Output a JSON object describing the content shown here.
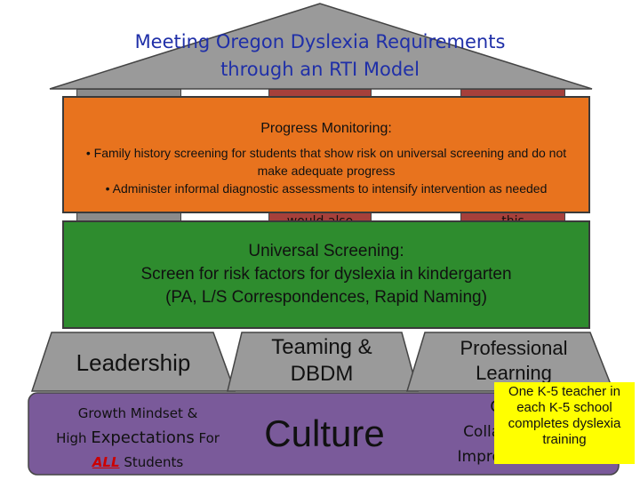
{
  "header": {
    "title_line1": "Meeting Oregon Dyslexia Requirements",
    "title_line2": "through an RTI Model"
  },
  "pillars": {
    "peek_middle": "would also",
    "peek_right": "this"
  },
  "progress_monitoring": {
    "heading": "Progress Monitoring:",
    "line1": "• Family history screening for students that show risk on universal screening and do not make adequate progress",
    "line2": "• Administer informal diagnostic assessments to intensify intervention as needed"
  },
  "universal_screening": {
    "line1": "Universal Screening:",
    "line2": "Screen for risk factors for dyslexia in kindergarten",
    "line3": "(PA, L/S Correspondences, Rapid Naming)"
  },
  "foundations": {
    "leadership": "Leadership",
    "teaming": "Teaming & DBDM",
    "professional_learning": "Professional Learning"
  },
  "base": {
    "left_line1": "Growth Mindset &",
    "left_line2a": "High ",
    "left_line2b": "Expectations",
    "left_line2c": " For",
    "left_line3a": "ALL",
    "left_line3b": " Students",
    "center": "Culture",
    "right_line1": "Cu",
    "right_line2": "Collab",
    "right_line3": "Improv"
  },
  "note": {
    "text": "One K-5 teacher in each K-5 school completes dyslexia training"
  },
  "colors": {
    "title": "#1f2fa8",
    "roof": "#9a9a9a",
    "orange_box": "#e8731e",
    "green_box": "#2e8c2e",
    "trapezoid": "#9a9a9a",
    "base": "#7a5a9a",
    "note": "#ffff00",
    "underline_red": "#cc0000"
  }
}
